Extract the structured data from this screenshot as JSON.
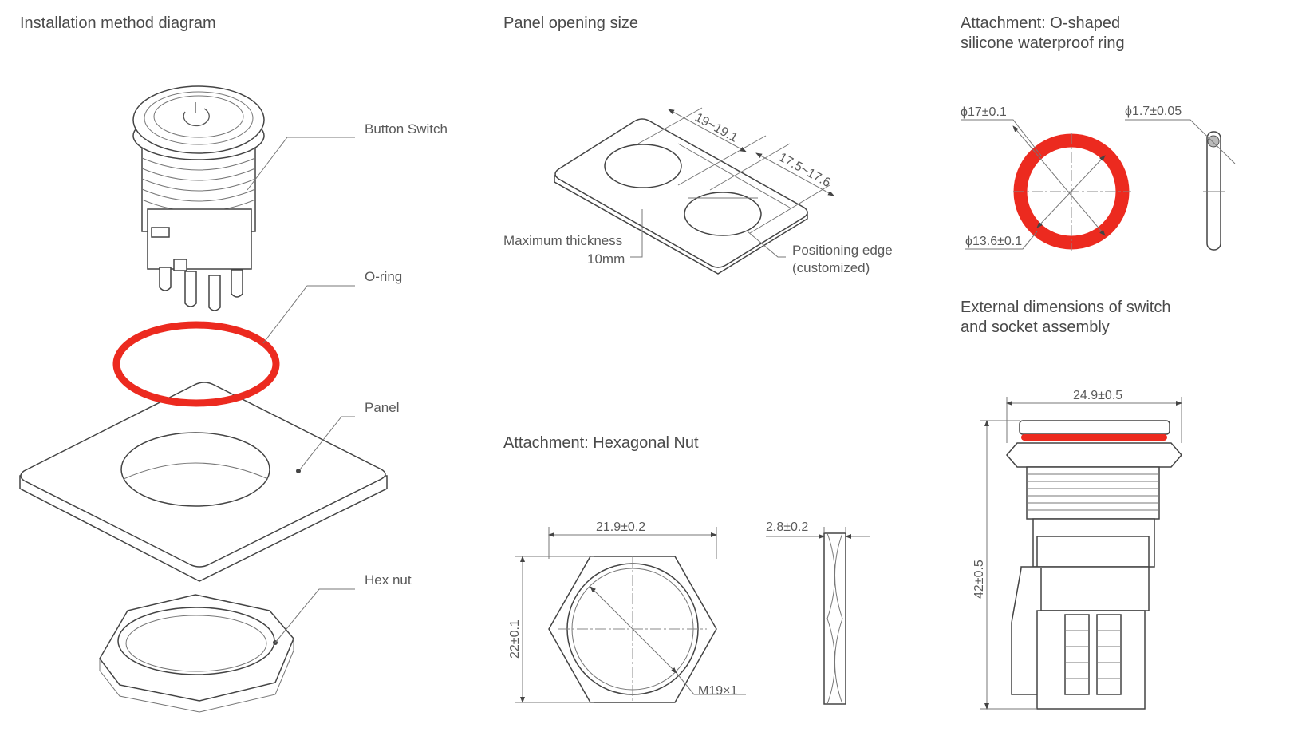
{
  "sections": {
    "installation": {
      "title": "Installation method diagram",
      "labels": {
        "button_switch": "Button Switch",
        "o_ring": "O-ring",
        "panel": "Panel",
        "hex_nut": "Hex nut"
      }
    },
    "panel_opening": {
      "title": "Panel opening size",
      "dim_large_hole": "19~19.1",
      "dim_small_hole": "17.5~17.6",
      "thickness_label_1": "Maximum thickness",
      "thickness_label_2": "10mm",
      "positioning_1": "Positioning edge",
      "positioning_2": "(customized)"
    },
    "o_ring_attachment": {
      "title_1": "Attachment: O-shaped",
      "title_2": "silicone waterproof ring",
      "outer_dia": "ϕ17±0.1",
      "inner_dia": "ϕ13.6±0.1",
      "cross_section": "ϕ1.7±0.05"
    },
    "hex_nut": {
      "title": "Attachment:  Hexagonal Nut",
      "width": "21.9±0.2",
      "height": "22±0.1",
      "thread": "M19×1",
      "thickness": "2.8±0.2"
    },
    "assembly": {
      "title_1": "External dimensions of switch",
      "title_2": "and socket assembly",
      "width": "24.9±0.5",
      "height": "42±0.5"
    }
  },
  "colors": {
    "o_ring": "#ec2a1f",
    "line": "#444444"
  }
}
